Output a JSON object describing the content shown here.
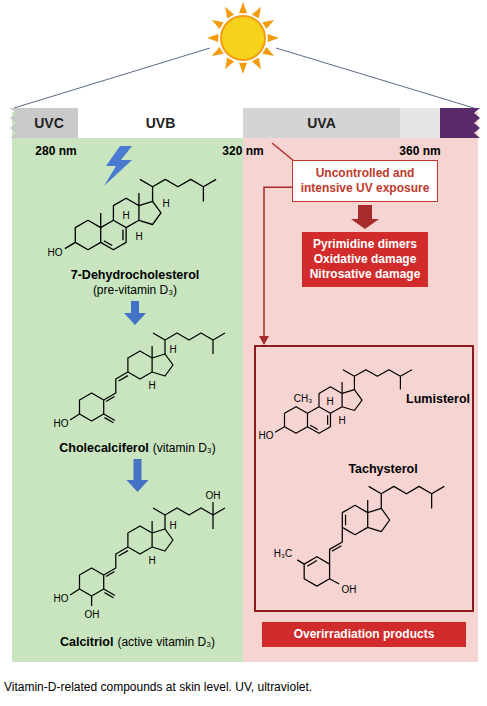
{
  "diagram": {
    "caption": "Vitamin-D-related compounds at skin level. UV, ultraviolet.",
    "nodes": [
      {
        "text": [
          "UVC"
        ]
      },
      {
        "text": [
          "UVB"
        ]
      },
      {
        "text": [
          "UVA"
        ]
      },
      {
        "text": [
          "7-Dehydrocholesterol",
          "(pre-vitamin D₃)"
        ]
      },
      {
        "text": [
          "Cholecalciferol",
          "(vitamin D₃)"
        ]
      },
      {
        "text": [
          "Calcitriol",
          "(active vitamin D₃)"
        ]
      },
      {
        "text": [
          "Uncontrolled and intensive UV exposure"
        ]
      },
      {
        "text": [
          "Pyrimidine dimers Oxidative damage Nitrosative damage"
        ]
      },
      {
        "text": []
      },
      {
        "text": [
          "Lumisterol"
        ],
        "in": 8
      },
      {
        "text": [
          "Tachysterol"
        ],
        "in": 8
      },
      {
        "text": [
          "Overirradiation products"
        ]
      }
    ],
    "edges": [
      {
        "from": 3,
        "to": 4,
        "arrow": "to"
      },
      {
        "from": 4,
        "to": 5,
        "arrow": "to"
      },
      {
        "from": 6,
        "to": 7,
        "arrow": "to"
      },
      {
        "from": 6,
        "to": 8,
        "arrow": "to"
      }
    ],
    "labels": [
      "280 nm",
      "320 nm",
      "360 nm",
      "HO",
      "H",
      "H",
      "H",
      "H",
      "H",
      "HO",
      "OH",
      "H",
      "H",
      "HO",
      "OH",
      "CH₃",
      "H",
      "H",
      "HO",
      "H₃C",
      "OH"
    ]
  }
}
